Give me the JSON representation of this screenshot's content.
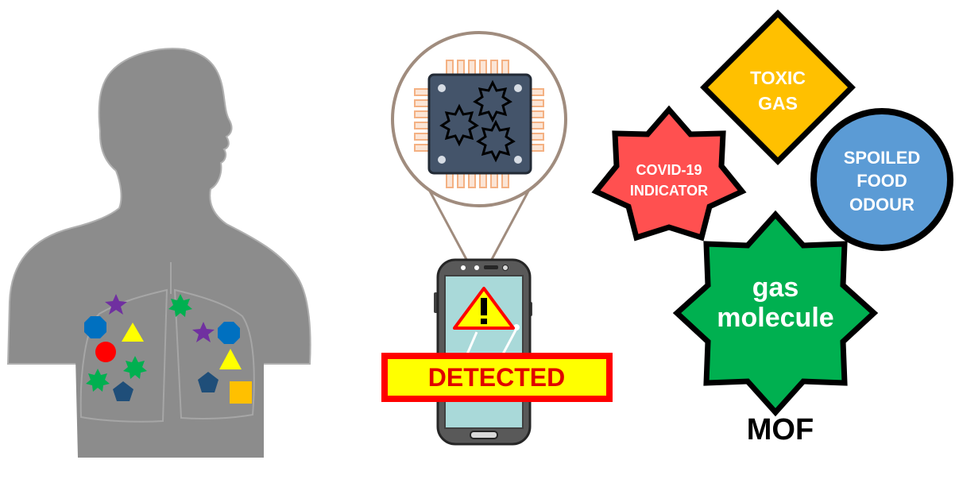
{
  "detected_banner": {
    "label": "DETECTED"
  },
  "shapes": {
    "toxic_gas": {
      "line1": "TOXIC",
      "line2": "GAS"
    },
    "covid_indicator": {
      "line1": "COVID-19",
      "line2": "INDICATOR"
    },
    "spoiled_food": {
      "line1": "SPOILED",
      "line2": "FOOD",
      "line3": "ODOUR"
    },
    "gas_molecule": {
      "line1": "gas",
      "line2": "molecule"
    }
  },
  "mof_label": "MOF",
  "icons": {
    "person": "person-silhouette-icon",
    "chip": "sensor-chip-icon",
    "phone": "smartphone-icon",
    "warning": "warning-triangle-icon"
  },
  "colors": {
    "silhouette": "#8c8c8c",
    "toxic_gas": "#ffc000",
    "covid": "#ff5050",
    "spoiled_food": "#5b9bd5",
    "gas_molecule": "#00b050",
    "banner_border": "#ff0000",
    "banner_fill": "#ffff00",
    "banner_text": "#e00000",
    "chip": "#44546a",
    "pins": "#f4b183",
    "phone_screen": "#a9d9d9"
  }
}
